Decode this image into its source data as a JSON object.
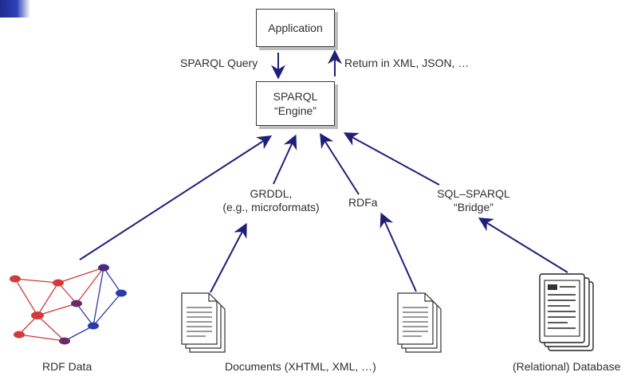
{
  "application": {
    "label": "Application"
  },
  "engine": {
    "line1": "SPARQL",
    "line2": "“Engine”"
  },
  "edges": {
    "query": "SPARQL Query",
    "return": "Return in XML, JSON, …"
  },
  "sources": {
    "grddl_line1": "GRDDL,",
    "grddl_line2": "(e.g., microformats)",
    "rdfa": "RDFa",
    "bridge_line1": "SQL–SPARQL",
    "bridge_line2": "“Bridge”"
  },
  "bottom": {
    "rdf": "RDF Data",
    "documents": "Documents (XHTML, XML, …)",
    "database": "(Relational) Database"
  },
  "colors": {
    "arrow": "#1f1f7a",
    "graph_red": "#d23a3a",
    "graph_blue": "#2a3aa8",
    "graph_purple": "#6a2a6a"
  }
}
